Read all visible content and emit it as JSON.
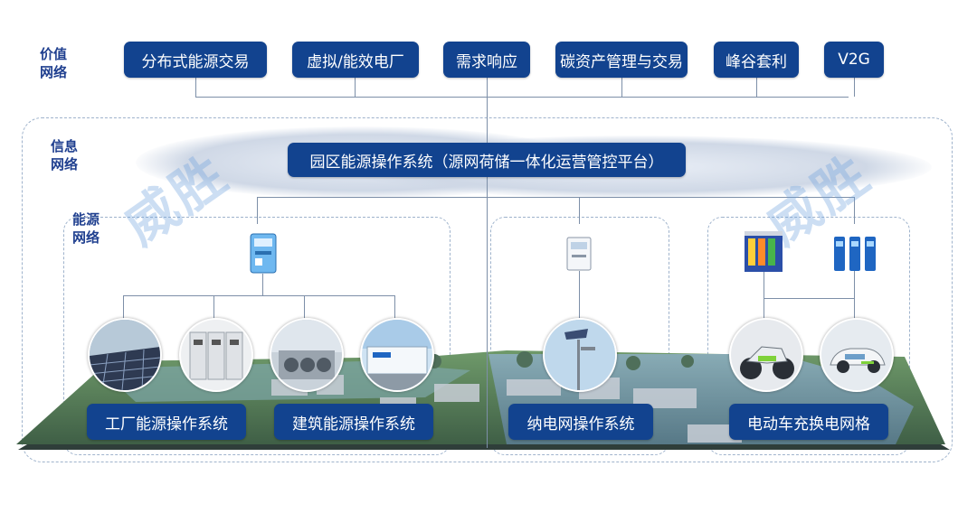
{
  "value_network": {
    "label": "价值\n网络",
    "items": [
      "分布式能源交易",
      "虚拟/能效电厂",
      "需求响应",
      "碳资产管理与交易",
      "峰谷套利",
      "V2G"
    ]
  },
  "info_network": {
    "label": "信息\n网络",
    "platform": "园区能源操作系统（源网荷储一体化运营管控平台）"
  },
  "energy_network": {
    "label": "能源\n网络",
    "systems": [
      "工厂能源操作系统",
      "建筑能源操作系统",
      "纳电网操作系统",
      "电动车充换电网格"
    ]
  },
  "watermark": "威胜",
  "colors": {
    "pill": "#12438f",
    "label": "#1f3f8f",
    "line": "#7d8fa8",
    "dashed": "#9fb3cc",
    "watermark": "#6ea0dc"
  },
  "icons": [
    "smart-meter-icon",
    "electric-meter-icon",
    "battery-cabinet-icon",
    "charging-pile-icon",
    "solar-panel-icon",
    "switchgear-icon",
    "cooling-unit-icon",
    "storage-container-icon",
    "street-light-icon",
    "electric-motorcycle-icon",
    "electric-car-icon"
  ]
}
